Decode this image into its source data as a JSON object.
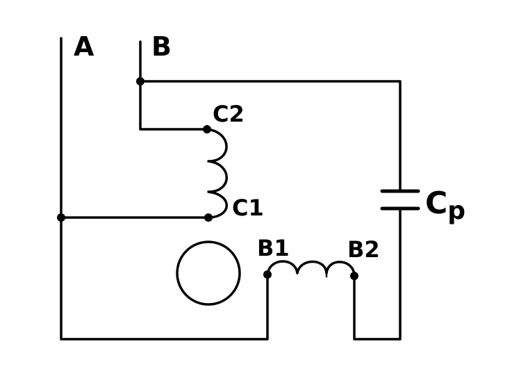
{
  "terminals": {
    "a": "A",
    "b": "B"
  },
  "winding_c": {
    "top": "C2",
    "bottom": "C1"
  },
  "winding_b": {
    "left": "B1",
    "right": "B2"
  },
  "capacitor": {
    "letter": "C",
    "subscript": "p"
  },
  "colors": {
    "ink": "#000000",
    "background": "#ffffff"
  }
}
